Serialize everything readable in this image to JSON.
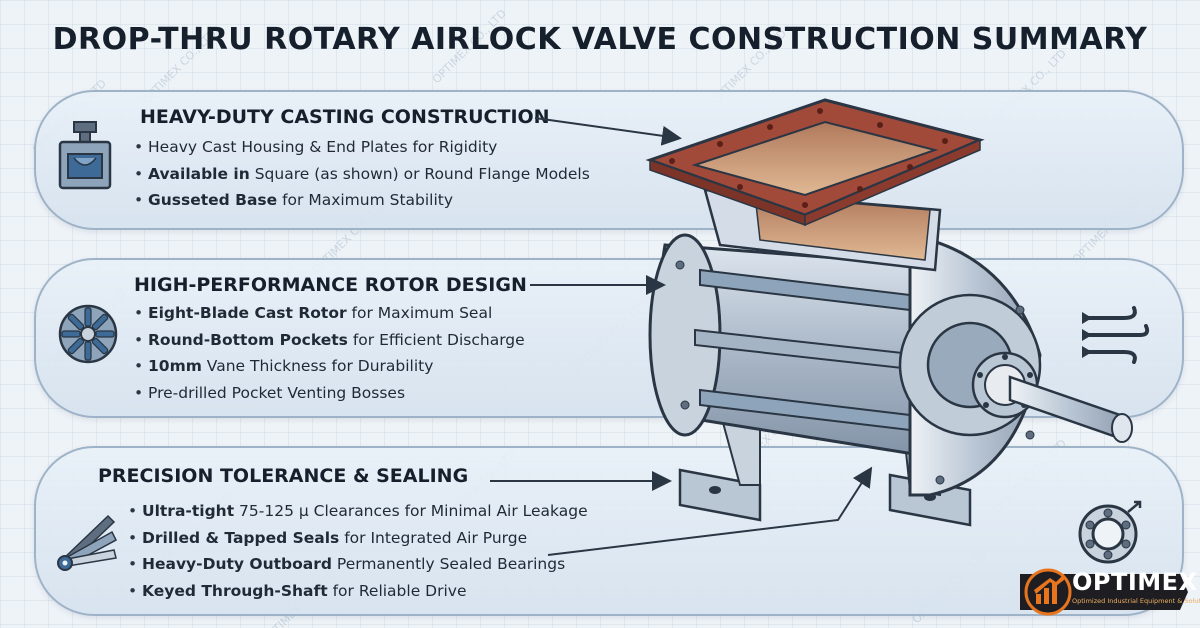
{
  "title": "DROP-THRU ROTARY AIRLOCK VALVE CONSTRUCTION SUMMARY",
  "watermark": "OPTIMEX CO., LTD",
  "sections": [
    {
      "heading": "HEAVY-DUTY CASTING CONSTRUCTION",
      "icon": "casting-mold-icon",
      "bullets": [
        {
          "strong": "",
          "text": "Heavy Cast Housing & End Plates for Rigidity"
        },
        {
          "strong": "Available in",
          "text": " Square (as shown) or Round Flange Models"
        },
        {
          "strong": "Gusseted Base",
          "text": " for Maximum Stability"
        }
      ]
    },
    {
      "heading": "HIGH-PERFORMANCE ROTOR DESIGN",
      "icon": "rotor-icon",
      "bullets": [
        {
          "strong": "Eight-Blade Cast Rotor",
          "text": " for Maximum Seal"
        },
        {
          "strong": "Round-Bottom Pockets",
          "text": " for Efficient Discharge"
        },
        {
          "strong": "10mm",
          "text": " Vane Thickness for Durability"
        },
        {
          "strong": "",
          "text": "Pre-drilled Pocket Venting Bosses"
        }
      ]
    },
    {
      "heading": "PRECISION TOLERANCE & SEALING",
      "icon": "feeler-gauge-icon",
      "bullets": [
        {
          "strong": "Ultra-tight",
          "text": " 75-125 µ Clearances for Minimal Air Leakage"
        },
        {
          "strong": "Drilled & Tapped Seals",
          "text": " for Integrated Air Purge"
        },
        {
          "strong": "Heavy-Duty Outboard",
          "text": " Permanently Sealed Bearings"
        },
        {
          "strong": "Keyed Through-Shaft",
          "text": " for Reliable Drive"
        }
      ]
    }
  ],
  "logo": {
    "name": "OPTIMEX",
    "tagline": "Optimized Industrial Equipment & Solutions"
  },
  "colors": {
    "flange": "#a24a3a",
    "interior": "#c08a6c",
    "metal": "#c9d3de",
    "outline": "#2a3644",
    "logo_bg": "#1e1e22",
    "logo_accent": "#e8741e"
  }
}
